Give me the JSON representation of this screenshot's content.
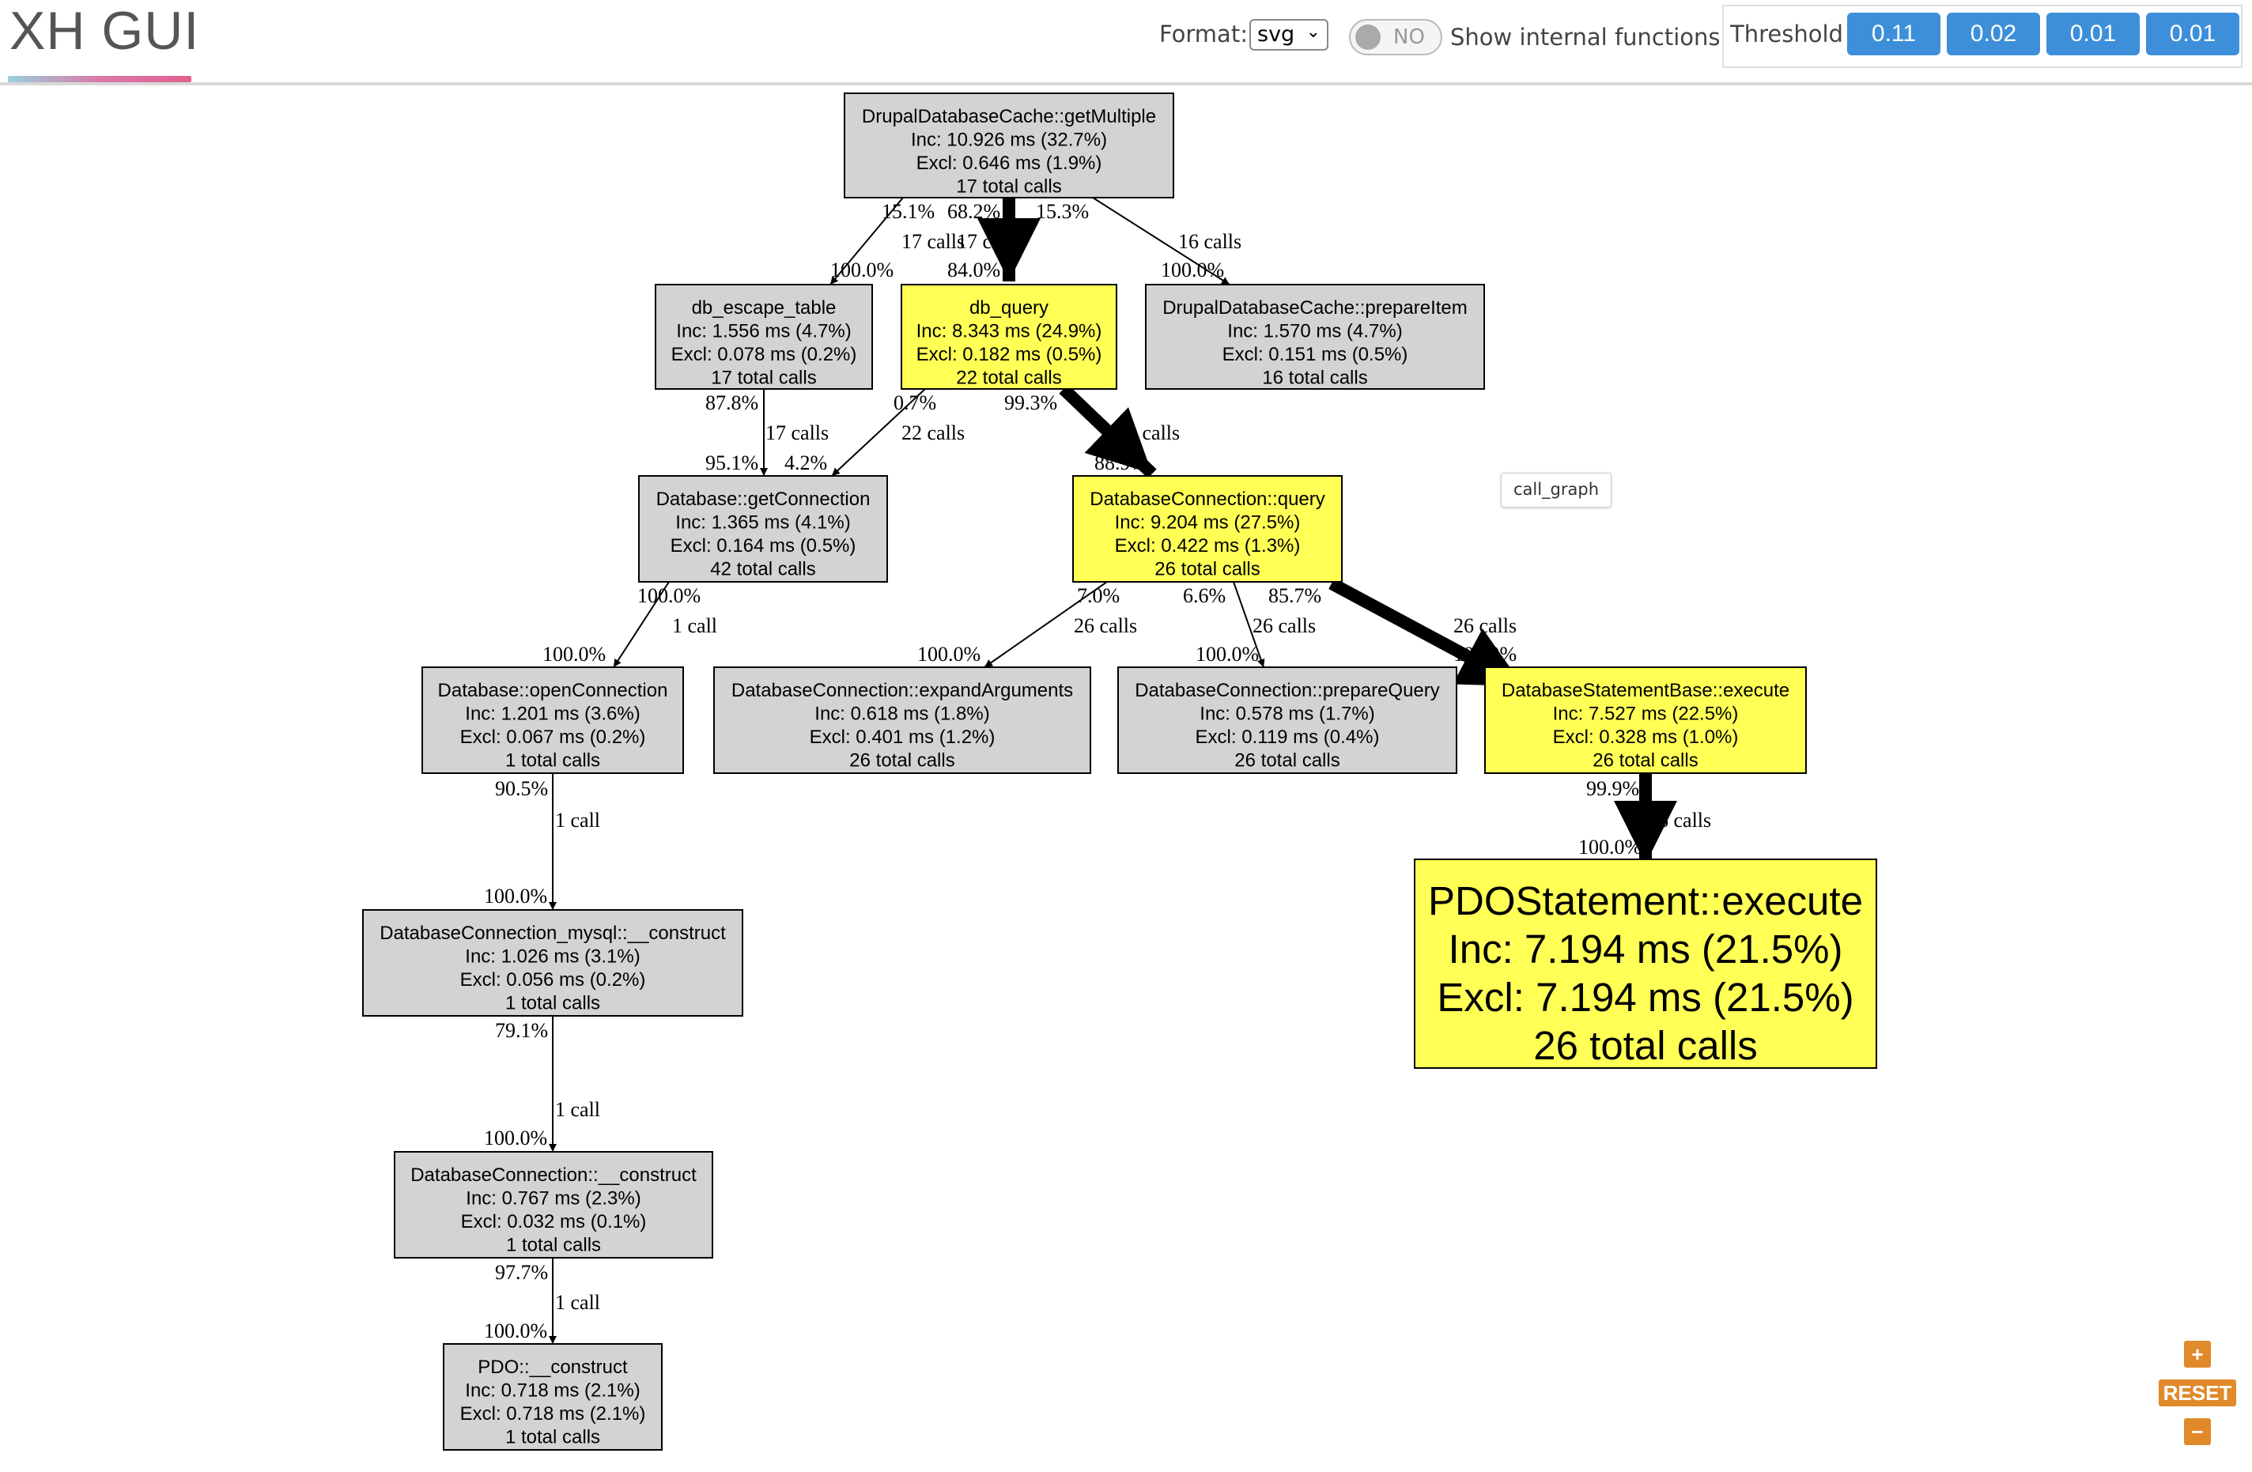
{
  "header": {
    "logo": "XH GUI",
    "format_label": "Format:",
    "format_value": "svg",
    "toggle_text": "NO",
    "internal_label": "Show internal functions",
    "threshold_label": "Threshold",
    "thresholds": [
      "0.11",
      "0.02",
      "0.01",
      "0.01"
    ]
  },
  "tooltip": "call_graph",
  "controls": {
    "plus": "+",
    "reset": "RESET",
    "minus": "−"
  },
  "colors": {
    "yellow": "#ffff55",
    "gray": "#d3d3d3",
    "threshold_button": "#3d8fd9",
    "zoom": "#e08a2b"
  },
  "nodes": [
    {
      "id": "getMultiple",
      "highlight": false,
      "lines": [
        "DrupalDatabaseCache::getMultiple",
        "Inc: 10.926 ms (32.7%)",
        "Excl: 0.646 ms (1.9%)",
        "17 total calls"
      ]
    },
    {
      "id": "escape",
      "highlight": false,
      "lines": [
        "db_escape_table",
        "Inc: 1.556 ms (4.7%)",
        "Excl: 0.078 ms (0.2%)",
        "17 total calls"
      ]
    },
    {
      "id": "dbquery",
      "highlight": true,
      "lines": [
        "db_query",
        "Inc: 8.343 ms (24.9%)",
        "Excl: 0.182 ms (0.5%)",
        "22 total calls"
      ]
    },
    {
      "id": "prepareItem",
      "highlight": false,
      "lines": [
        "DrupalDatabaseCache::prepareItem",
        "Inc: 1.570 ms (4.7%)",
        "Excl: 0.151 ms (0.5%)",
        "16 total calls"
      ]
    },
    {
      "id": "getConnection",
      "highlight": false,
      "lines": [
        "Database::getConnection",
        "Inc: 1.365 ms (4.1%)",
        "Excl: 0.164 ms (0.5%)",
        "42 total calls"
      ]
    },
    {
      "id": "dcquery",
      "highlight": true,
      "lines": [
        "DatabaseConnection::query",
        "Inc: 9.204 ms (27.5%)",
        "Excl: 0.422 ms (1.3%)",
        "26 total calls"
      ]
    },
    {
      "id": "openConnection",
      "highlight": false,
      "lines": [
        "Database::openConnection",
        "Inc: 1.201 ms (3.6%)",
        "Excl: 0.067 ms (0.2%)",
        "1 total calls"
      ]
    },
    {
      "id": "expandArguments",
      "highlight": false,
      "lines": [
        "DatabaseConnection::expandArguments",
        "Inc: 0.618 ms (1.8%)",
        "Excl: 0.401 ms (1.2%)",
        "26 total calls"
      ]
    },
    {
      "id": "prepareQuery",
      "highlight": false,
      "lines": [
        "DatabaseConnection::prepareQuery",
        "Inc: 0.578 ms (1.7%)",
        "Excl: 0.119 ms (0.4%)",
        "26 total calls"
      ]
    },
    {
      "id": "stmtExecute",
      "highlight": true,
      "lines": [
        "DatabaseStatementBase::execute",
        "Inc: 7.527 ms (22.5%)",
        "Excl: 0.328 ms (1.0%)",
        "26 total calls"
      ]
    },
    {
      "id": "mysqlConstruct",
      "highlight": false,
      "lines": [
        "DatabaseConnection_mysql::__construct",
        "Inc: 1.026 ms (3.1%)",
        "Excl: 0.056 ms (0.2%)",
        "1 total calls"
      ]
    },
    {
      "id": "pdoExecute",
      "highlight": true,
      "big": true,
      "lines": [
        "PDOStatement::execute",
        "Inc: 7.194 ms (21.5%)",
        "Excl: 7.194 ms (21.5%)",
        "26 total calls"
      ]
    },
    {
      "id": "dcConstruct",
      "highlight": false,
      "lines": [
        "DatabaseConnection::__construct",
        "Inc: 0.767 ms (2.3%)",
        "Excl: 0.032 ms (0.1%)",
        "1 total calls"
      ]
    },
    {
      "id": "pdoConstruct",
      "highlight": false,
      "lines": [
        "PDO::__construct",
        "Inc: 0.718 ms (2.1%)",
        "Excl: 0.718 ms (2.1%)",
        "1 total calls"
      ]
    }
  ],
  "edges": [
    {
      "from": "getMultiple",
      "to": "escape",
      "heavy": false,
      "labels": [
        "15.1%",
        "17 calls",
        "100.0%"
      ]
    },
    {
      "from": "getMultiple",
      "to": "dbquery",
      "heavy": true,
      "labels": [
        "68.2%",
        "17 calls",
        "84.0%"
      ]
    },
    {
      "from": "getMultiple",
      "to": "prepareItem",
      "heavy": false,
      "labels": [
        "15.3%",
        "16 calls",
        "100.0%"
      ]
    },
    {
      "from": "escape",
      "to": "getConnection",
      "heavy": false,
      "labels": [
        "87.8%",
        "17 calls",
        "95.1%"
      ]
    },
    {
      "from": "dbquery",
      "to": "getConnection",
      "heavy": false,
      "labels": [
        "0.7%",
        "22 calls",
        "4.2%"
      ]
    },
    {
      "from": "dbquery",
      "to": "dcquery",
      "heavy": true,
      "labels": [
        "99.3%",
        "22 calls",
        "88.9%"
      ]
    },
    {
      "from": "getConnection",
      "to": "openConnection",
      "heavy": false,
      "labels": [
        "100.0%",
        "1 call",
        "100.0%"
      ]
    },
    {
      "from": "dcquery",
      "to": "expandArguments",
      "heavy": false,
      "labels": [
        "7.0%",
        "26 calls",
        "100.0%"
      ]
    },
    {
      "from": "dcquery",
      "to": "prepareQuery",
      "heavy": false,
      "labels": [
        "6.6%",
        "26 calls",
        "100.0%"
      ]
    },
    {
      "from": "dcquery",
      "to": "stmtExecute",
      "heavy": true,
      "labels": [
        "85.7%",
        "26 calls",
        "100.0%"
      ]
    },
    {
      "from": "openConnection",
      "to": "mysqlConstruct",
      "heavy": false,
      "labels": [
        "90.5%",
        "1 call",
        "100.0%"
      ]
    },
    {
      "from": "stmtExecute",
      "to": "pdoExecute",
      "heavy": true,
      "labels": [
        "99.9%",
        "26 calls",
        "100.0%"
      ]
    },
    {
      "from": "mysqlConstruct",
      "to": "dcConstruct",
      "heavy": false,
      "labels": [
        "79.1%",
        "1 call",
        "100.0%"
      ]
    },
    {
      "from": "dcConstruct",
      "to": "pdoConstruct",
      "heavy": false,
      "labels": [
        "97.7%",
        "1 call",
        "100.0%"
      ]
    }
  ]
}
